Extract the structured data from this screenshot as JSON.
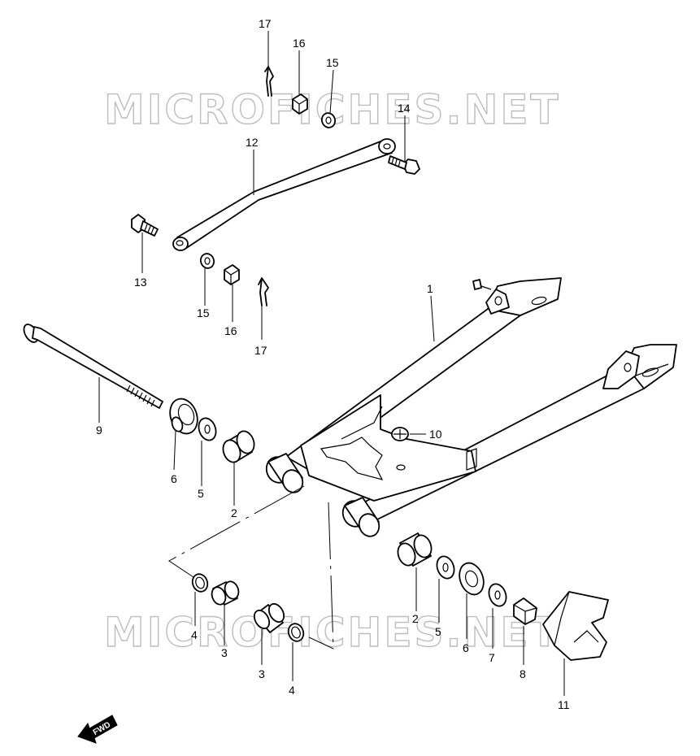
{
  "watermark": "MICROFICHES.NET",
  "fwd_label": "FWD",
  "labels": {
    "l1": "1",
    "l2a": "2",
    "l2b": "2",
    "l3a": "3",
    "l3b": "3",
    "l4a": "4",
    "l4b": "4",
    "l5a": "5",
    "l5b": "5",
    "l6a": "6",
    "l6b": "6",
    "l7": "7",
    "l8": "8",
    "l9": "9",
    "l10": "10",
    "l11": "11",
    "l12": "12",
    "l13": "13",
    "l14": "14",
    "l15a": "15",
    "l15b": "15",
    "l16a": "16",
    "l16b": "16",
    "l17a": "17",
    "l17b": "17"
  }
}
